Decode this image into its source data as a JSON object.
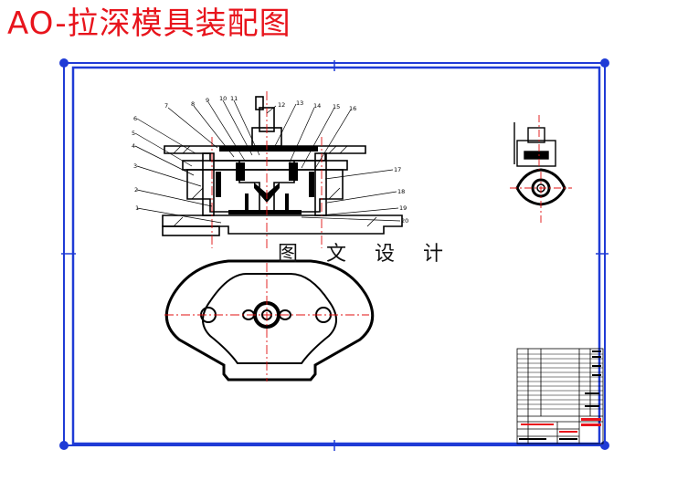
{
  "title": "AO-拉深模具装配图",
  "watermark": "图 文 设 计",
  "part_numbers": [
    "1",
    "2",
    "3",
    "4",
    "5",
    "6",
    "7",
    "8",
    "9",
    "10",
    "11",
    "12",
    "13",
    "14",
    "15",
    "16",
    "17",
    "18",
    "19",
    "20"
  ],
  "colors": {
    "title": "#e8141c",
    "frame": "#1f3bd6",
    "corner_dots": "#1f3bd6",
    "centerline": "#e01010",
    "outline": "#000000"
  }
}
